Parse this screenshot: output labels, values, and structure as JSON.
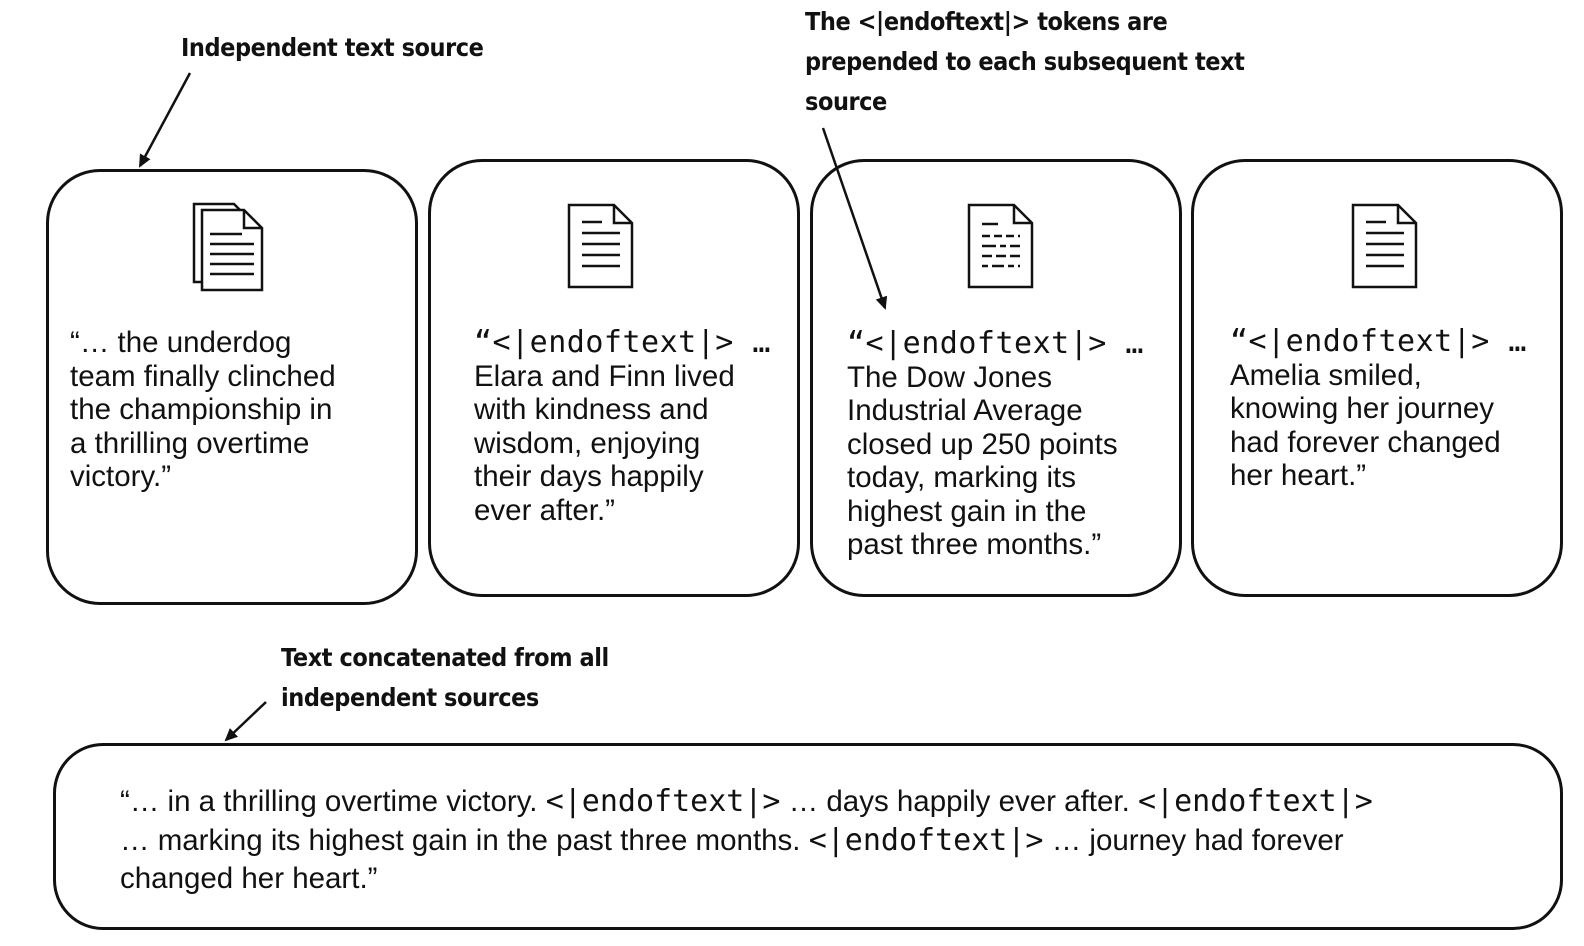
{
  "callouts": {
    "independent": "Independent text source",
    "tokens_line1": "The <|endoftext|> tokens are",
    "tokens_line2": "prepended to each subsequent text",
    "tokens_line3": "source",
    "concat_line1": "Text concatenated from all",
    "concat_line2": "independent sources"
  },
  "sources": [
    {
      "icon": "stacked-documents-icon",
      "token": "",
      "lines": [
        "“… the underdog",
        "team finally clinched",
        "the championship in",
        "a thrilling overtime",
        "victory.”"
      ]
    },
    {
      "icon": "document-icon",
      "token": "“<|endoftext|> …",
      "lines": [
        "Elara and Finn lived",
        "with kindness and",
        "wisdom, enjoying",
        "their days happily",
        "ever after.”"
      ]
    },
    {
      "icon": "document-dashed-lines-icon",
      "token": "“<|endoftext|> …",
      "lines": [
        "The Dow Jones",
        "Industrial Average",
        "closed up 250 points",
        "today, marking its",
        "highest gain in the",
        "past three months.”"
      ]
    },
    {
      "icon": "document-icon",
      "token": "“<|endoftext|> …",
      "lines": [
        "Amelia smiled,",
        "knowing her journey",
        "had forever changed",
        "her heart.”"
      ]
    }
  ],
  "concatenated": {
    "l1_a": "“… in a thrilling overtime victory. ",
    "l1_tok1": "<|endoftext|>",
    "l1_b": " … days happily ever after. ",
    "l1_tok2": "<|endoftext|>",
    "l2_a": "… marking its highest gain in the past three months. ",
    "l2_tok": "<|endoftext|>",
    "l2_b": " … journey had forever",
    "l3": "changed her heart.”"
  }
}
